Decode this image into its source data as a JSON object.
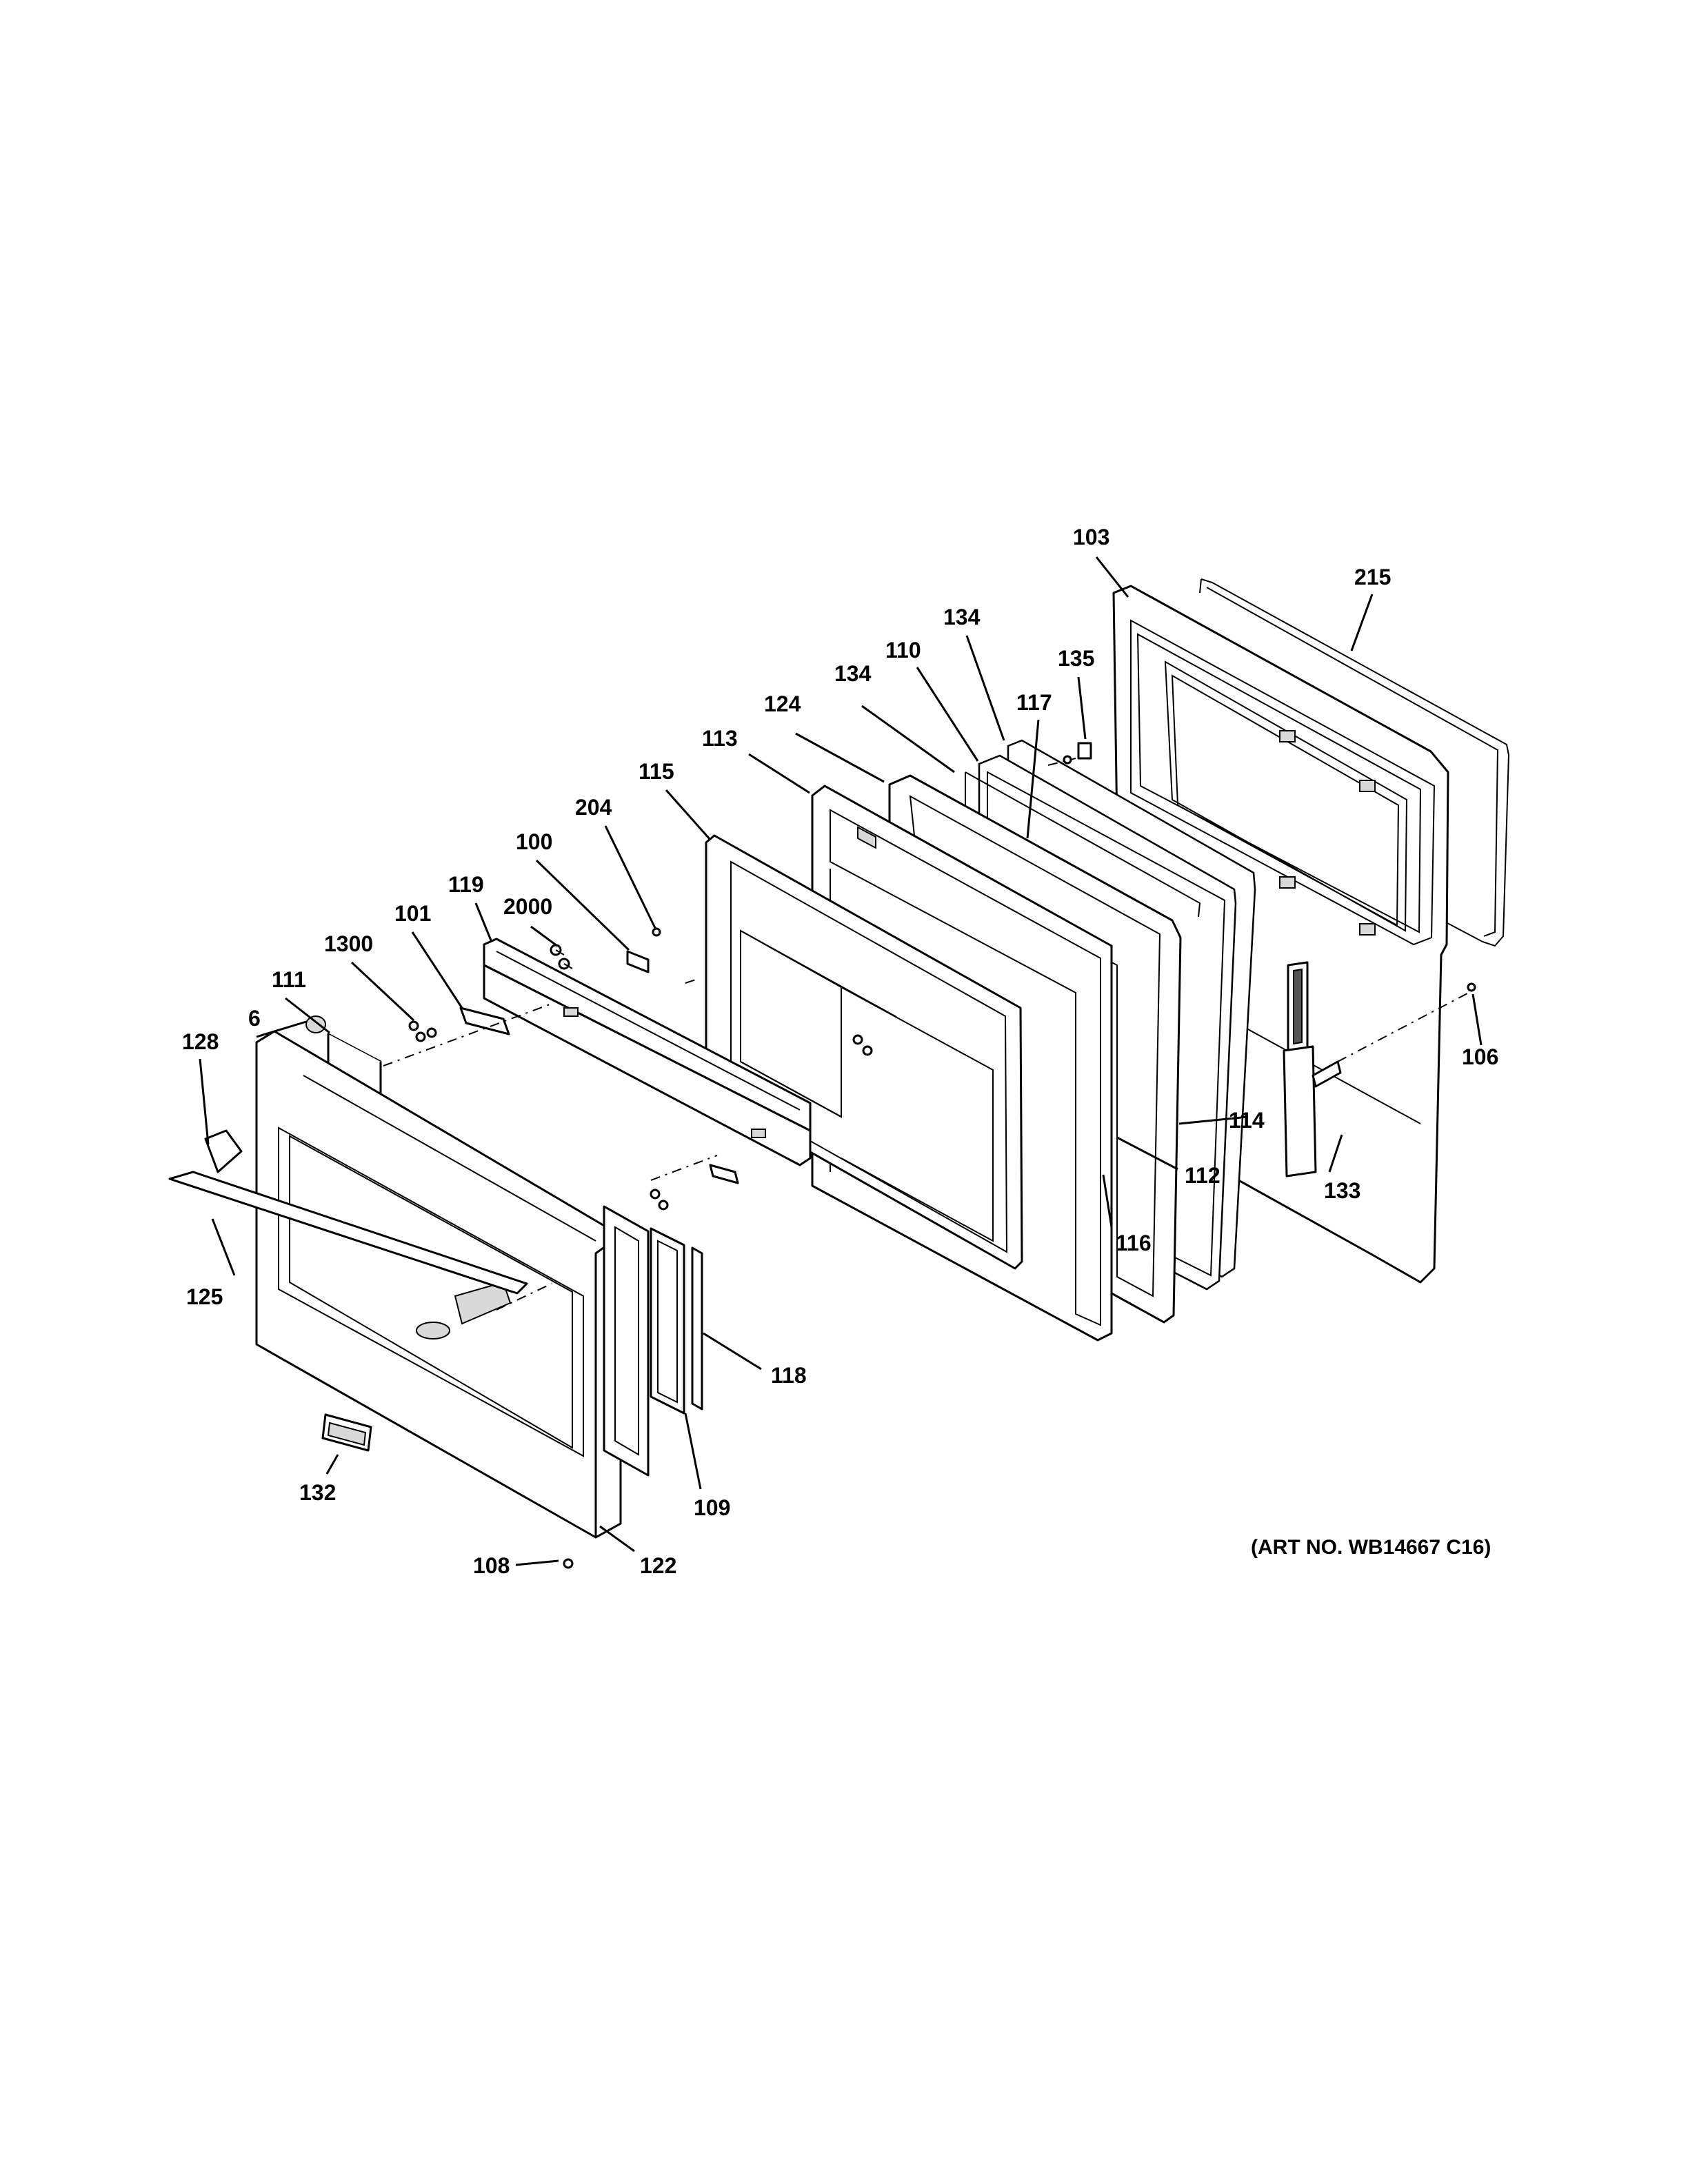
{
  "diagram": {
    "art_number": "(ART NO. WB14667 C16)",
    "callouts": [
      {
        "id": "103",
        "label": "103"
      },
      {
        "id": "215",
        "label": "215"
      },
      {
        "id": "134a",
        "label": "134"
      },
      {
        "id": "135",
        "label": "135"
      },
      {
        "id": "110",
        "label": "110"
      },
      {
        "id": "134b",
        "label": "134"
      },
      {
        "id": "117",
        "label": "117"
      },
      {
        "id": "124",
        "label": "124"
      },
      {
        "id": "113",
        "label": "113"
      },
      {
        "id": "115",
        "label": "115"
      },
      {
        "id": "204",
        "label": "204"
      },
      {
        "id": "100",
        "label": "100"
      },
      {
        "id": "2000",
        "label": "2000"
      },
      {
        "id": "119",
        "label": "119"
      },
      {
        "id": "101",
        "label": "101"
      },
      {
        "id": "1300",
        "label": "1300"
      },
      {
        "id": "111",
        "label": "111"
      },
      {
        "id": "6",
        "label": "6"
      },
      {
        "id": "128",
        "label": "128"
      },
      {
        "id": "106",
        "label": "106"
      },
      {
        "id": "114",
        "label": "114"
      },
      {
        "id": "133",
        "label": "133"
      },
      {
        "id": "112",
        "label": "112"
      },
      {
        "id": "116",
        "label": "116"
      },
      {
        "id": "125",
        "label": "125"
      },
      {
        "id": "118",
        "label": "118"
      },
      {
        "id": "132",
        "label": "132"
      },
      {
        "id": "109",
        "label": "109"
      },
      {
        "id": "108",
        "label": "108"
      },
      {
        "id": "122",
        "label": "122"
      }
    ]
  }
}
